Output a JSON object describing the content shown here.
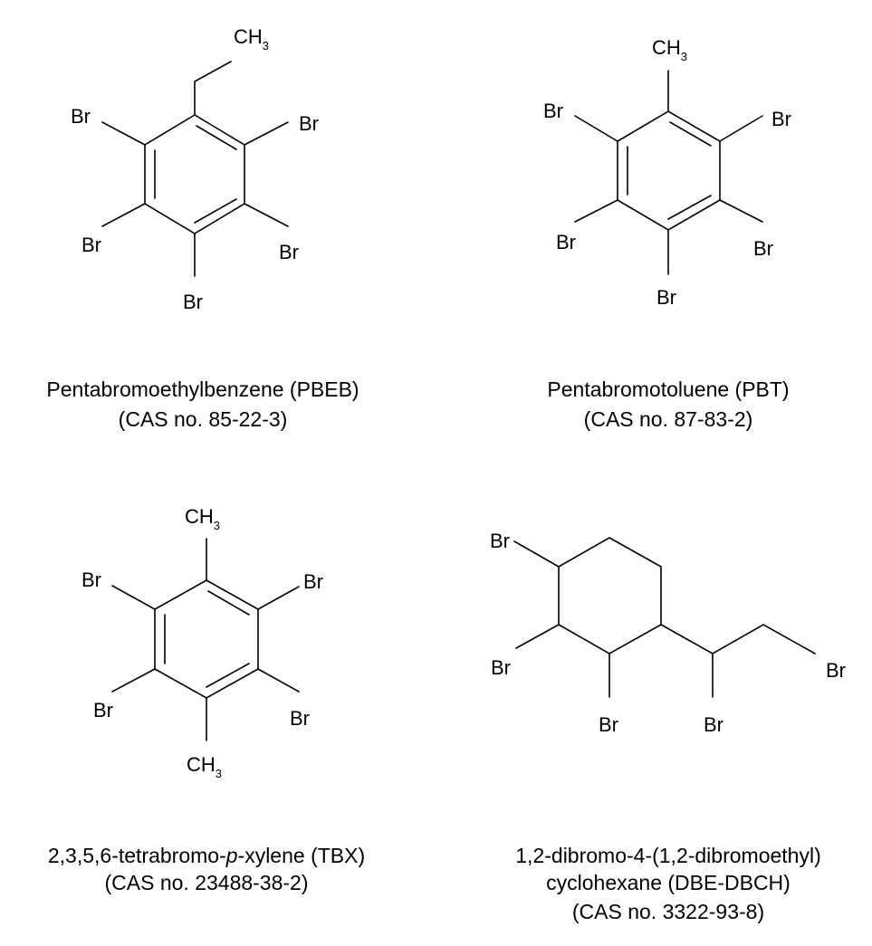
{
  "atom_labels": {
    "br": "Br",
    "ch": "CH",
    "sub3": "3"
  },
  "compounds": [
    {
      "name_line1": "Pentabromoethylbenzene (PBEB)",
      "cas": "(CAS no. 85-22-3)"
    },
    {
      "name_line1": "Pentabromotoluene (PBT)",
      "cas": "(CAS no. 87-83-2)"
    },
    {
      "name_pre": "2,3,5,6-tetrabromo-",
      "name_italic": "p",
      "name_post": "-xylene (TBX)",
      "cas": "(CAS no. 23488-38-2)"
    },
    {
      "name_line1": "1,2-dibromo-4-(1,2-dibromoethyl)",
      "name_line2": "cyclohexane (DBE-DBCH)",
      "cas": "(CAS no. 3322-93-8)"
    }
  ]
}
